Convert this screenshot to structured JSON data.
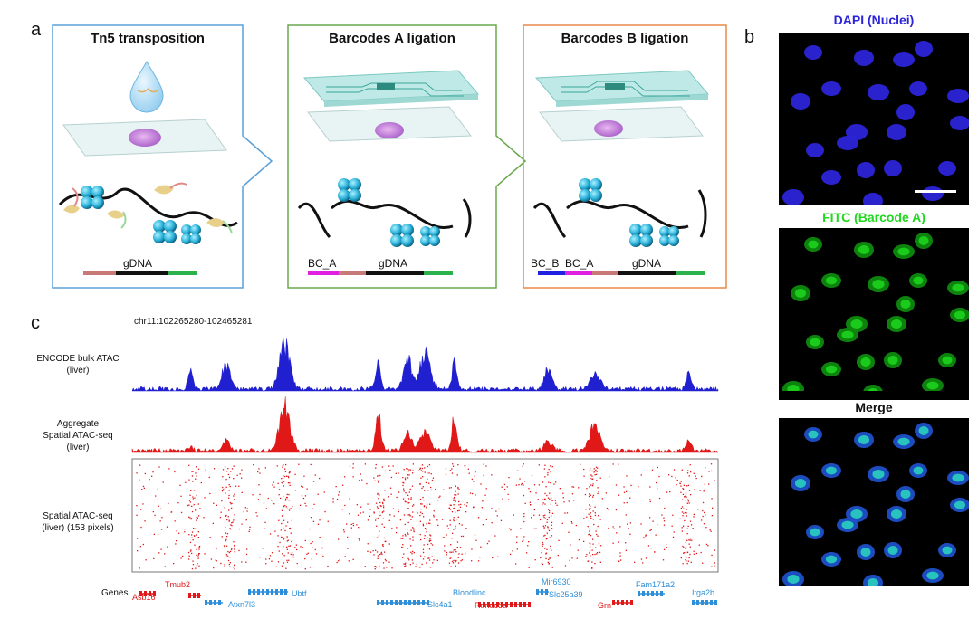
{
  "panels": {
    "a": "a",
    "b": "b",
    "c": "c"
  },
  "schematic": {
    "step1_title": "Tn5 transposition",
    "step2_title": "Barcodes A ligation",
    "step3_title": "Barcodes B ligation",
    "gdna": "gDNA",
    "bc_a": "BC_A",
    "bc_b": "BC_B"
  },
  "micrographs": {
    "dapi_title": "DAPI (Nuclei)",
    "fitc_title": "FITC (Barcode A)",
    "merge_title": "Merge",
    "dapi_color": "#2b24d8",
    "fitc_color": "#1fd81f"
  },
  "genome": {
    "region": "chr11:102265280-102465281",
    "track1_label_line1": "ENCODE bulk ATAC",
    "track1_label_line2": "(liver)",
    "track2_label_line1": "Aggregate",
    "track2_label_line2": "Spatial ATAC-seq",
    "track2_label_line3": "(liver)",
    "track3_label_line1": "Spatial ATAC-seq",
    "track3_label_line2": "(liver) (153 pixels)",
    "genes_label": "Genes",
    "track1_color": "#2020d0",
    "track2_color": "#e01818",
    "plus_strand_color": "#e01818",
    "minus_strand_color": "#2e8fd8",
    "genes": {
      "asb16": "Asb16",
      "tmub2": "Tmub2",
      "atxn7l3": "Atxn7l3",
      "ubtf": "Ubtf",
      "slc4a1": "Slc4a1",
      "bloodlinc": "Bloodlinc",
      "rundc3a": "Rundc3a",
      "mir6930": "Mir6930",
      "slc25a39": "Slc25a39",
      "grn": "Grn",
      "fam171a2": "Fam171a2",
      "itga2b": "Itga2b"
    }
  }
}
